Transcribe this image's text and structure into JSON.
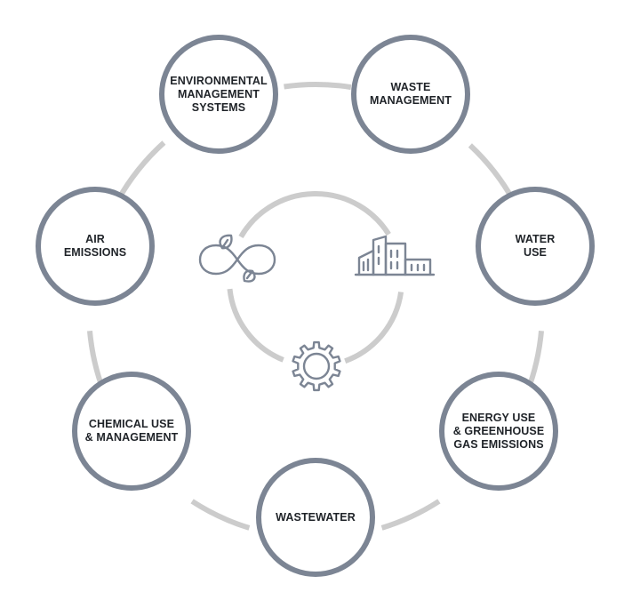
{
  "colors": {
    "ring": "#7c8594",
    "connector": "#cccccc",
    "icon_stroke": "#7c8594",
    "text": "#1f2328"
  },
  "nodes": [
    {
      "id": "environmental-management-systems",
      "label": "ENVIRONMENTAL\nMANAGEMENT\nSYSTEMS"
    },
    {
      "id": "waste-management",
      "label": "WASTE\nMANAGEMENT"
    },
    {
      "id": "water-use",
      "label": "WATER\nUSE"
    },
    {
      "id": "energy-use-greenhouse-gas-emissions",
      "label": "ENERGY USE\n& GREENHOUSE\nGAS EMISSIONS"
    },
    {
      "id": "wastewater",
      "label": "WASTEWATER"
    },
    {
      "id": "chemical-use-management",
      "label": "CHEMICAL USE\n& MANAGEMENT"
    },
    {
      "id": "air-emissions",
      "label": "AIR\nEMISSIONS"
    }
  ],
  "center_icons": [
    "infinity-leaf-icon",
    "factory-icon",
    "gear-icon"
  ]
}
